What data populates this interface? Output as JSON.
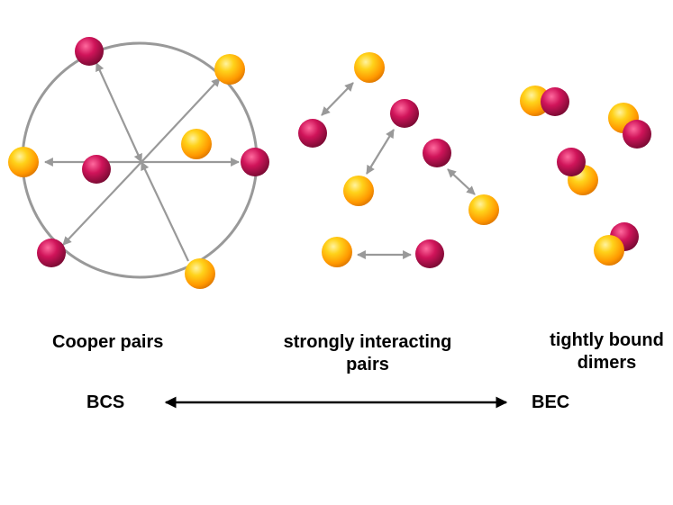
{
  "labels": {
    "cooper": "Cooper pairs",
    "strong_line1": "strongly interacting",
    "strong_line2": "pairs",
    "dimers_line1": "tightly bound",
    "dimers_line2": "dimers",
    "bcs": "BCS",
    "bec": "BEC"
  },
  "colors": {
    "majenta_particle": "#cc1155",
    "yellow_particle": "#ffb300",
    "pair_arrow": "#999999",
    "circle": "#999999",
    "crossover_arrow": "#000000"
  },
  "icons": [
    "magenta-particle",
    "yellow-particle",
    "double-arrow"
  ]
}
